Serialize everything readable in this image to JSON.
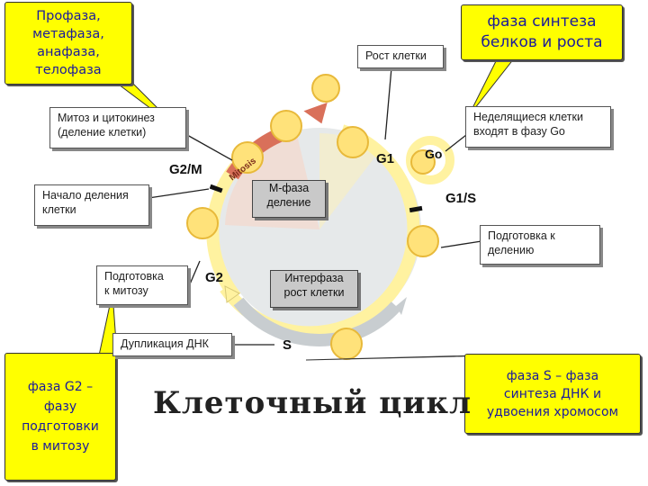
{
  "title": "Клеточный цикл",
  "callouts": {
    "top_left": [
      "Профаза,",
      "метафаза,",
      "анафаза,",
      "телофаза"
    ],
    "top_right": [
      "фаза синтеза",
      "белков и роста"
    ],
    "bottom_left": [
      "фаза G2 –",
      "фазу",
      "подготовки",
      "в митозу"
    ],
    "bottom_right": [
      "фаза S – фаза",
      "синтеза ДНК и",
      "удвоения хромосом"
    ]
  },
  "labels": {
    "growth": "Рост клетки",
    "mitosis_cytokinesis": [
      "Митоз и цитокинез",
      "(деление клетки)"
    ],
    "division_start": [
      "Начало деления",
      "клетки"
    ],
    "g2_prep": [
      "Подготовка",
      "к митозу"
    ],
    "dna_dup": "Дупликация ДНК",
    "nondividing": [
      "Неделящиеся клетки",
      "входят в фазу Go"
    ],
    "div_prep": [
      "Подготовка к",
      "делению"
    ]
  },
  "phases": {
    "g1": "G1",
    "go": "Go",
    "g1s": "G1/S",
    "s": "S",
    "g2": "G2",
    "g2m": "G2/M",
    "mitosis": "Mitosis"
  },
  "center": {
    "m_phase": [
      "М-фаза",
      "деление"
    ],
    "interphase": [
      "Интерфаза",
      "рост клетки"
    ]
  },
  "colors": {
    "callout_fill": "#ffff00",
    "callout_text": "#1a1a9c",
    "ring_yellow": "#fff2a0",
    "ring_grey": "#c8cdd0",
    "mitosis_red": "#d9705a",
    "cell_fill": "#ffe27a"
  }
}
